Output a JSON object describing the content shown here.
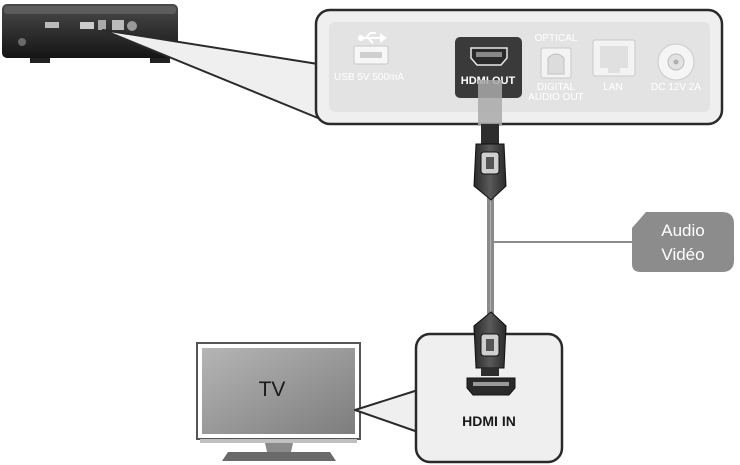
{
  "device_panel": {
    "usb_label": "USB 5V 500mA",
    "hdmi_out_label": "HDMI OUT",
    "optical_label": "OPTICAL",
    "digital_audio_out_line1": "DIGITAL",
    "digital_audio_out_line2": "AUDIO OUT",
    "lan_label": "LAN",
    "dc_label": "DC 12V 2A"
  },
  "cable_callout": {
    "line1": "Audio",
    "line2": "Vidéo"
  },
  "tv": {
    "label": "TV"
  },
  "tv_panel": {
    "hdmi_in_label": "HDMI IN"
  },
  "colors": {
    "callout_fill": "#8c8c8c",
    "panel_fill": "#efefef",
    "hdmi_out_fill": "#3a3a3a",
    "tv_screen": "#9a9a9a"
  }
}
